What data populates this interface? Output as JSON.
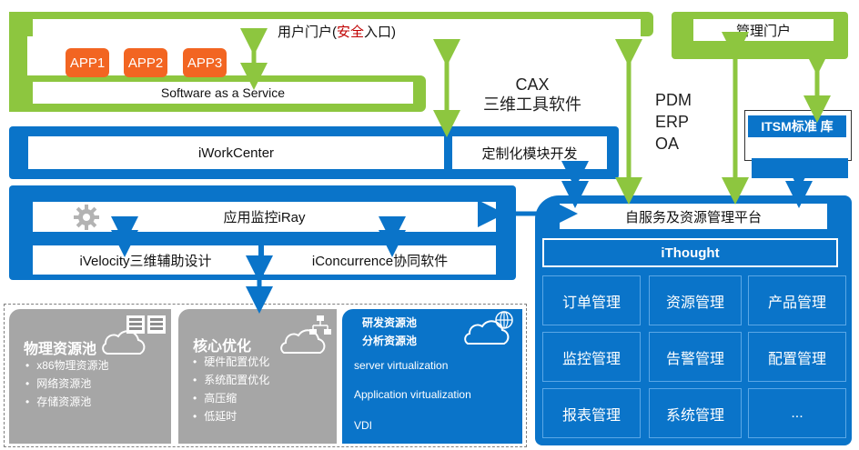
{
  "top_portal": {
    "label_pre": "用户门户(",
    "label_red": "安全",
    "label_post": "入口)"
  },
  "apps": [
    "APP1",
    "APP2",
    "APP3"
  ],
  "saas": "Software as a Service",
  "mgmt_portal": "管理门户",
  "cax": {
    "line1": "CAX",
    "line2": "三维工具软件"
  },
  "pdm": {
    "line1": "PDM",
    "line2": "ERP",
    "line3": "OA"
  },
  "iworkcenter": "iWorkCenter",
  "custom_dev": "定制化模块开发",
  "itsm": "ITSM标准 库",
  "iray": "应用监控iRay",
  "ivelocity": "iVelocity三维辅助设计",
  "iconcurrence": "iConcurrence协同软件",
  "platform": "自服务及资源管理平台",
  "ithought": "iThought",
  "modules": [
    "订单管理",
    "资源管理",
    "产品管理",
    "监控管理",
    "告警管理",
    "配置管理",
    "报表管理",
    "系统管理",
    "..."
  ],
  "physical_pool": {
    "title": "物理资源池",
    "items": [
      "x86物理资源池",
      "网络资源池",
      "存储资源池"
    ]
  },
  "core_opt": {
    "title": "核心优化",
    "items": [
      "硬件配置优化",
      "系统配置优化",
      "高压缩",
      "低延时"
    ]
  },
  "rnd_pool": {
    "line1": "研发资源池",
    "line2": "分析资源池",
    "items": [
      "server virtualization",
      "Application virtualization",
      "VDI"
    ]
  },
  "colors": {
    "green": "#8dc63f",
    "blue": "#0a74c9",
    "orange": "#f26522",
    "gray": "#a6a6a6"
  }
}
